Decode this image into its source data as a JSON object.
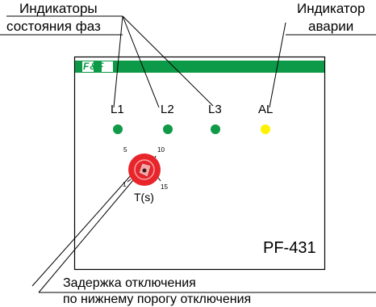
{
  "callouts": {
    "phase_indicators": {
      "line1": "Индикаторы",
      "line2": "состояния  фаз"
    },
    "alarm_indicator": {
      "line1": "Индикатор",
      "line2": "аварии"
    },
    "delay": {
      "line1": "Задержка отключения",
      "line2": "по нижнему порогу отключения"
    }
  },
  "device": {
    "brand": "F&F",
    "model": "PF-431",
    "brand_color": "#0c9a48",
    "indicators": [
      {
        "label": "L1",
        "color": "#109a48"
      },
      {
        "label": "L2",
        "color": "#109a48"
      },
      {
        "label": "L3",
        "color": "#109a48"
      },
      {
        "label": "AL",
        "color": "#fff200"
      }
    ],
    "knob": {
      "label": "T(s)",
      "scale": [
        "5",
        "10",
        "15",
        "1"
      ],
      "color": "#e8252b"
    }
  }
}
